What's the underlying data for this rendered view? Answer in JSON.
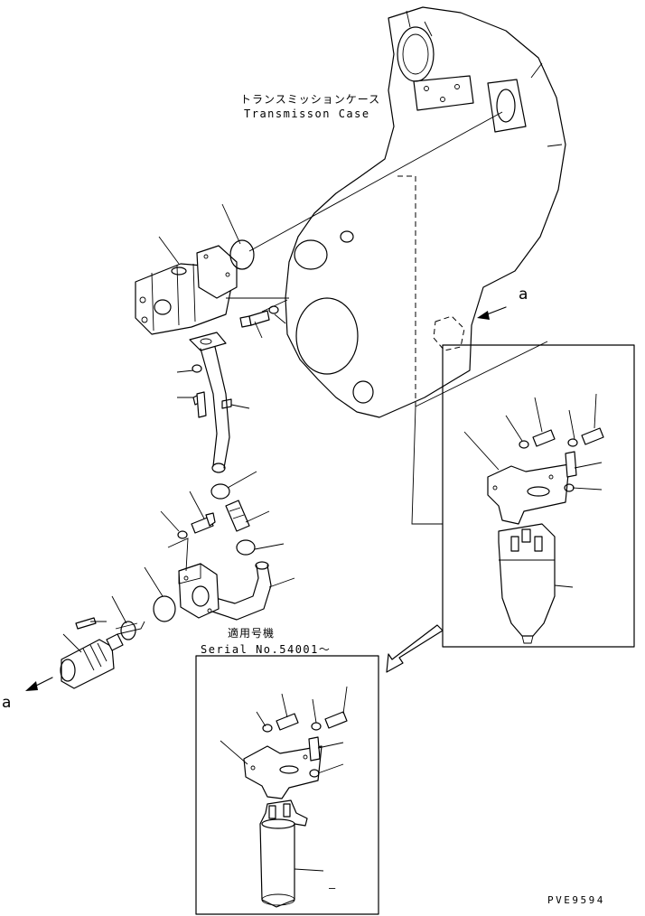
{
  "labels": {
    "case_jp": "トランスミッションケース",
    "case_en": "Transmisson Case",
    "marker_a_right": "a",
    "marker_a_left": "a",
    "serial_jp": "適用号機",
    "serial_en": "Serial No.54001～",
    "dash_mark": "–",
    "drawing_code": "PVE9594"
  }
}
